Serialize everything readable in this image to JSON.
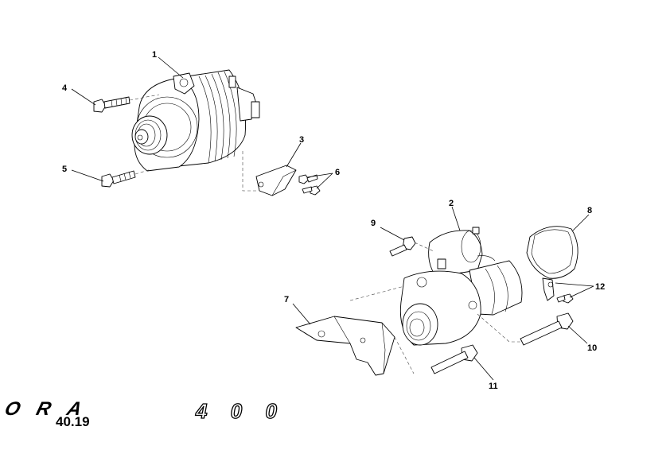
{
  "page_number": "40.19",
  "logo": {
    "model": "EVORA",
    "variant": "400"
  },
  "callouts": {
    "c1": "1",
    "c2": "2",
    "c3": "3",
    "c4": "4",
    "c5": "5",
    "c6": "6",
    "c7": "7",
    "c8": "8",
    "c9": "9",
    "c10": "10",
    "c11": "11",
    "c12": "12"
  }
}
